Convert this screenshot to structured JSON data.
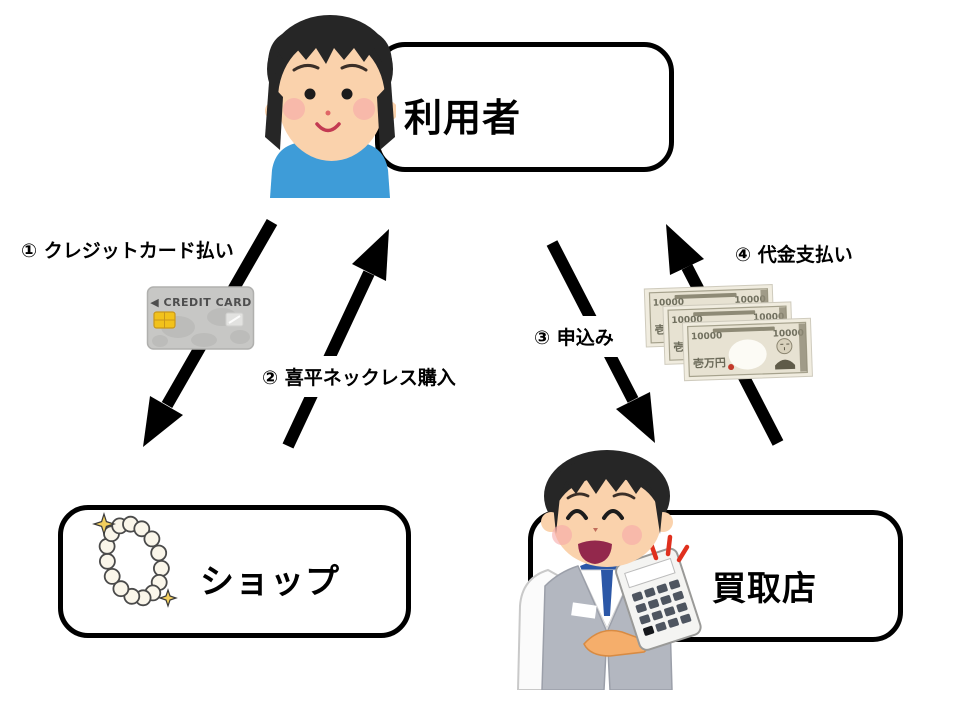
{
  "diagram": {
    "nodes": {
      "user": {
        "label": "利用者"
      },
      "shop": {
        "label": "ショップ"
      },
      "buyback": {
        "label": "買取店"
      }
    },
    "edge_labels": {
      "credit_card_payment": "① クレジットカード払い",
      "necklace_purchase": "② 喜平ネックレス購入",
      "application": "③ 申込み",
      "payment": "④ 代金支払い"
    },
    "credit_card": {
      "brand_text": "◀ CREDIT CARD"
    },
    "banknote": {
      "corner_value": "10000",
      "kanji_value": "壱万円"
    },
    "colors": {
      "arrow": "#000000",
      "boy_shirt": "#3E9CD8",
      "clerk_vest": "#B3B7C0",
      "tie_blue": "#2B57A7",
      "chip_gold": "#F2C21C",
      "alert_red": "#E0301E",
      "seal_red": "#C3392B",
      "sparkle_yellow": "#F3CF5E"
    }
  }
}
